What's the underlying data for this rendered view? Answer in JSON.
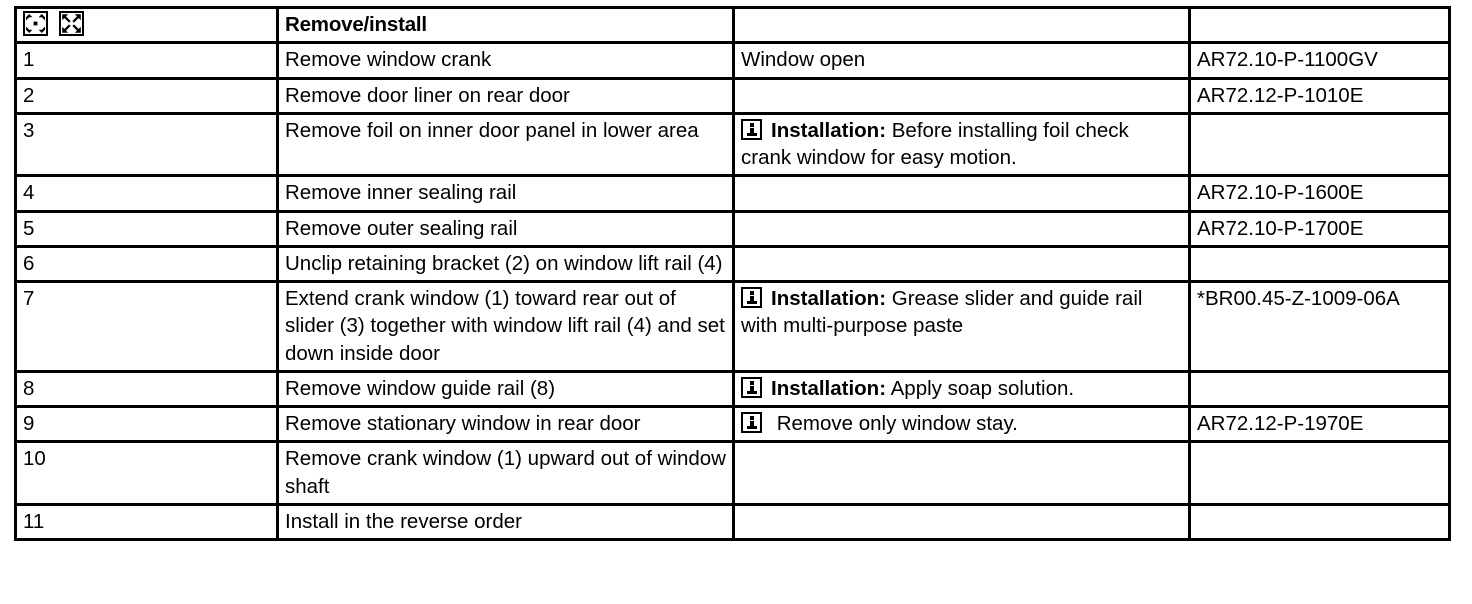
{
  "table": {
    "columns": [
      {
        "key": "step",
        "header_type": "icons"
      },
      {
        "key": "operation",
        "header": "Remove/install"
      },
      {
        "key": "note",
        "header": ""
      },
      {
        "key": "reference",
        "header": ""
      }
    ],
    "header": {
      "icons": [
        {
          "name": "remove-disassemble-icon",
          "glyph": "arrows-outward"
        },
        {
          "name": "install-assemble-icon",
          "glyph": "arrows-inward"
        }
      ],
      "operation_label": "Remove/install",
      "note_label": "",
      "reference_label": ""
    },
    "rows": [
      {
        "step": "1",
        "operation": "Remove window crank",
        "note": {
          "icon": false,
          "bold_prefix": "",
          "text": "Window open"
        },
        "reference": "AR72.10-P-1100GV"
      },
      {
        "step": "2",
        "operation": "Remove door liner on rear door",
        "note": {
          "icon": false,
          "bold_prefix": "",
          "text": ""
        },
        "reference": "AR72.12-P-1010E"
      },
      {
        "step": "3",
        "operation": "Remove foil on inner door panel in lower area",
        "note": {
          "icon": true,
          "bold_prefix": "Installation:",
          "text": "Before installing foil check crank window for easy motion."
        },
        "reference": ""
      },
      {
        "step": "4",
        "operation": "Remove inner sealing rail",
        "note": {
          "icon": false,
          "bold_prefix": "",
          "text": ""
        },
        "reference": "AR72.10-P-1600E"
      },
      {
        "step": "5",
        "operation": "Remove outer sealing rail",
        "note": {
          "icon": false,
          "bold_prefix": "",
          "text": ""
        },
        "reference": "AR72.10-P-1700E"
      },
      {
        "step": "6",
        "operation": "Unclip retaining bracket (2) on window lift rail (4)",
        "note": {
          "icon": false,
          "bold_prefix": "",
          "text": ""
        },
        "reference": ""
      },
      {
        "step": "7",
        "operation": "Extend crank window (1) toward rear out of slider (3) together with window lift rail (4) and set down inside door",
        "note": {
          "icon": true,
          "bold_prefix": "Installation:",
          "text": "Grease slider and guide rail with multi-purpose paste"
        },
        "reference": "*BR00.45-Z-1009-06A"
      },
      {
        "step": "8",
        "operation": "Remove window guide rail (8)",
        "note": {
          "icon": true,
          "bold_prefix": "Installation:",
          "text": "Apply soap solution."
        },
        "reference": ""
      },
      {
        "step": "9",
        "operation": "Remove stationary window in rear door",
        "note": {
          "icon": true,
          "bold_prefix": "",
          "text": "Remove only window stay."
        },
        "reference": "AR72.12-P-1970E"
      },
      {
        "step": "10",
        "operation": "Remove crank window (1) upward out of window shaft",
        "note": {
          "icon": false,
          "bold_prefix": "",
          "text": ""
        },
        "reference": ""
      },
      {
        "step": "11",
        "operation": "Install in the reverse order",
        "note": {
          "icon": false,
          "bold_prefix": "",
          "text": ""
        },
        "reference": ""
      }
    ]
  },
  "colors": {
    "border": "#000000",
    "text": "#000000",
    "background": "#ffffff"
  }
}
